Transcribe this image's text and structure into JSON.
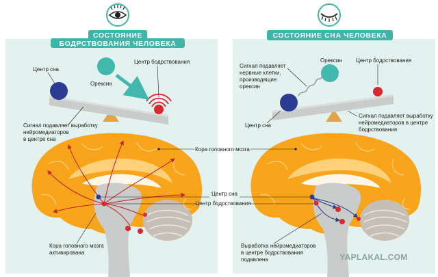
{
  "left": {
    "title_line1": "СОСТОЯНИЕ",
    "title_line2": "БОДРСТВОВАНИЯ ЧЕЛОВЕКА",
    "center_sleep": "Центр сна",
    "orexin": "Орексин",
    "center_wake": "Центр бодрствования",
    "signal_line1": "Сигнал подавляет выработку",
    "signal_line2": "нейромедиаторов",
    "signal_line3": "в центре сна",
    "cortex_active_line1": "Кора головного мозга",
    "cortex_active_line2": "активирована"
  },
  "right": {
    "title": "СОСТОЯНИЕ СНА ЧЕЛОВЕКА",
    "signal_line1": "Сигнал подавляет",
    "signal_line2": "нервные клетки,",
    "signal_line3": "производящие",
    "signal_line4": "орексин",
    "orexin": "Орексин",
    "center_wake": "Центр бодрствования",
    "center_sleep": "Центр сна",
    "signal2_line1": "Сигнал подавляет выработку",
    "signal2_line2": "нейромедиаторов в центре",
    "signal2_line3": "бодрствования",
    "production_line1": "Выработка нейромедиаторов",
    "production_line2": "в центре бодрствования",
    "production_line3": "подавлена"
  },
  "middle": {
    "cortex": "Кора головного мозга",
    "center_sleep": "Центр сна",
    "center_wake": "Центр бодрствования"
  },
  "watermark": "YAPLAKAL.COM",
  "colors": {
    "panel_bg": "#e3f1ef",
    "title_bg": "#3fb4a8",
    "brain_orange": "#f9a51b",
    "brain_inner": "#fdd07a",
    "brain_gray": "#c9cccb",
    "cerebellum": "#c5bfb6",
    "sleep_center_blue": "#2b3a93",
    "wake_center_red": "#d9282f",
    "orexin_teal": "#41b7ad",
    "signal_red": "#c1272d",
    "signal_blue": "#2e3a8c",
    "eye_teal": "#3fb4a8"
  },
  "icons": [
    "eye-open-icon",
    "eye-closed-icon"
  ]
}
